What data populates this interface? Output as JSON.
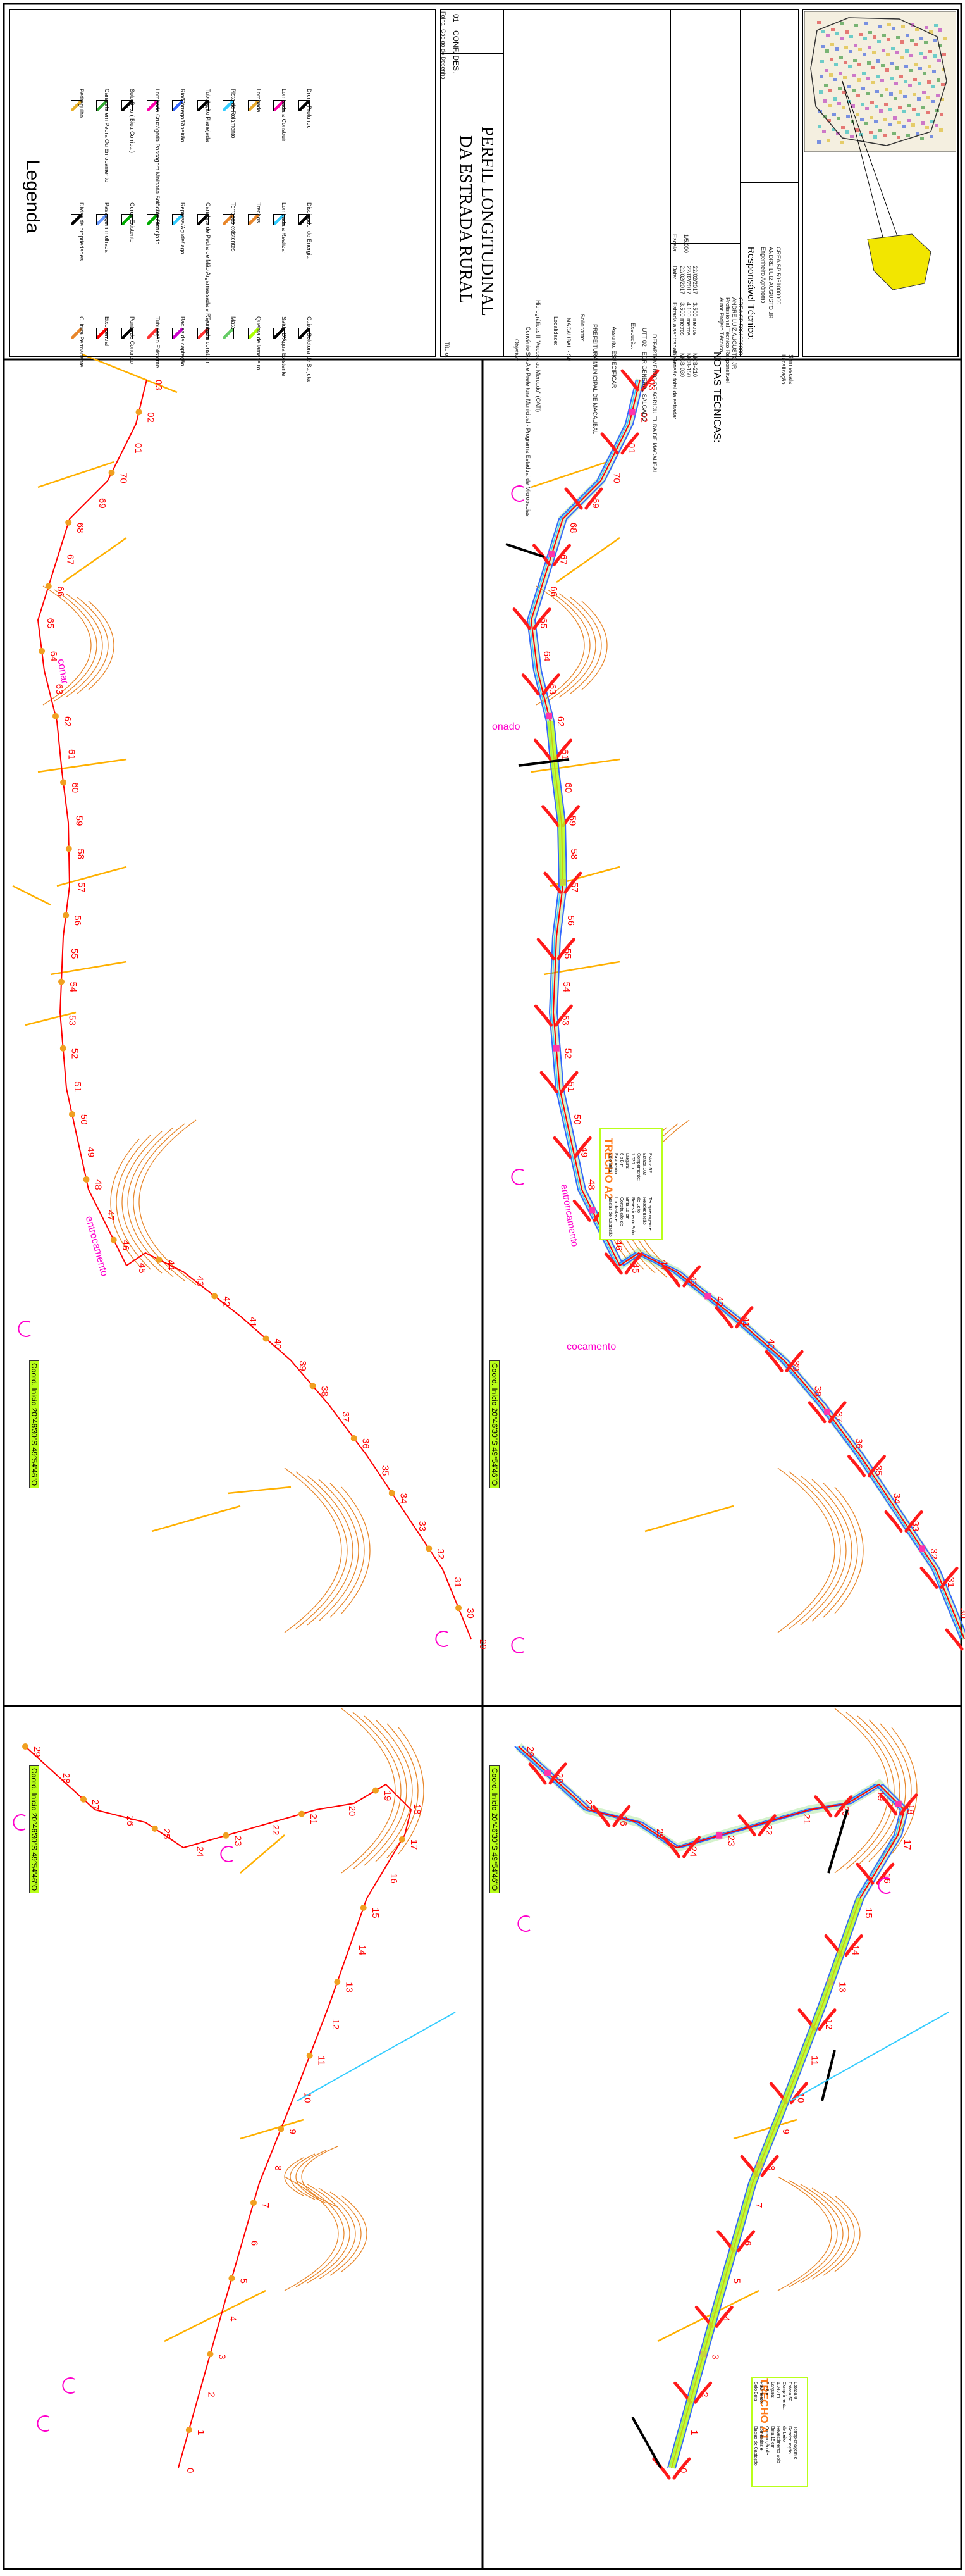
{
  "legend": {
    "title": "Legenda",
    "items": [
      {
        "label": "Cultura Permanente",
        "icon": "cultura-permanente-icon",
        "color": "#e8862a"
      },
      {
        "label": "Divisa de propriedades",
        "icon": "divisa-propriedades-icon",
        "color": "#000000"
      },
      {
        "label": "Pedregulho",
        "icon": "pedregulho-icon",
        "color": "#e8b02a"
      },
      {
        "label": "Eixo central",
        "icon": "eixo-central-icon",
        "color": "#ff0000"
      },
      {
        "label": "Passagem molhada",
        "icon": "passagem-molhada-icon",
        "color": "#6699ff"
      },
      {
        "label": "Canaleta em Pedra Ou Enrocamento",
        "icon": "canaleta-icon",
        "color": "#33aa33"
      },
      {
        "label": "Ponte de Concreto",
        "icon": "ponte-concreto-icon",
        "color": "#000000"
      },
      {
        "label": "Cerca Existente",
        "icon": "cerca-existente-icon",
        "color": "#00aa00"
      },
      {
        "label": "Solo Brita ( Bica Corrida )",
        "icon": "solo-brita-icon",
        "color": "#000000"
      },
      {
        "label": "Tubulação Existente",
        "icon": "tubulacao-existente-icon",
        "color": "#ff3333"
      },
      {
        "label": "Cerca Planejada",
        "icon": "cerca-planejada-icon",
        "color": "#00aa00"
      },
      {
        "label": "Lombada Cruzágeda Passagem Molhada Solo-Cimento",
        "icon": "lombada-cruzageda-icon",
        "color": "#ff00aa"
      },
      {
        "label": "Bacias de captação",
        "icon": "bacias-captacao-icon",
        "color": "#cc00cc"
      },
      {
        "label": "Represa/Açude/lago",
        "icon": "represa-icon",
        "color": "#33ccff"
      },
      {
        "label": "Rio/Córrego/Ribeirão",
        "icon": "rio-icon",
        "color": "#3366ff"
      },
      {
        "label": "Terraço a construir",
        "icon": "terraco-construir-icon",
        "color": "#ff3333"
      },
      {
        "label": "Canaleta de Pedra de Mão Argamassada e Rejuntada",
        "icon": "canaleta-pedra-icon",
        "color": "#000000"
      },
      {
        "label": "Tubulação Planejada",
        "icon": "tubulacao-planejada-icon",
        "color": "#000000"
      },
      {
        "label": "Mata",
        "icon": "mata-icon",
        "color": "#66cc66"
      },
      {
        "label": "Terraços existentes",
        "icon": "terracos-existentes-icon",
        "color": "#e8862a"
      },
      {
        "label": "Pista de Rolamento",
        "icon": "pista-rolamento-icon",
        "color": "#33ccff"
      },
      {
        "label": "Quebra de lamaneiro",
        "icon": "quebra-lamaneiro-icon",
        "color": "#aaff00"
      },
      {
        "label": "Trechos",
        "icon": "trechos-icon",
        "color": "#e8862a"
      },
      {
        "label": "Lombada",
        "icon": "lombada-icon",
        "color": "#e8a82a"
      },
      {
        "label": "Saída D'Água Existente",
        "icon": "saida-agua-icon",
        "color": "#000000"
      },
      {
        "label": "Lombada a Realizar",
        "icon": "lombada-realizar-icon",
        "color": "#33ccff"
      },
      {
        "label": "Lombada a Construir",
        "icon": "lombada-construir-icon",
        "color": "#ff00aa"
      },
      {
        "label": "Caixa Coletora de Sarjeta",
        "icon": "caixa-coletora-icon",
        "color": "#000000"
      },
      {
        "label": "Dissipador de Energia",
        "icon": "dissipador-icon",
        "color": "#000000"
      },
      {
        "label": "Dreno Profundo",
        "icon": "dreno-profundo-icon",
        "color": "#000000"
      }
    ]
  },
  "title_block": {
    "titulo_label": "Título:",
    "title_line1": "PERFIL LONGITUDINAL",
    "title_line2": "DA ESTRADA RURAL",
    "codigo_label": "Código do Desenho",
    "codigo_value": "CONF. DES.",
    "folha_label": "Folha",
    "folha_value": "01",
    "objetivo_label": "Objetivo:",
    "objetivo_line1": "Convênio S.A.A e Prefeitura Municipal - Programa Estadual de Microbacias",
    "objetivo_line2": "Hidrográficas II \"Acesso ao Mercado\" (CATI)",
    "localidade_label": "Localidade:",
    "localidade_value": "MACAUBAL - SP",
    "solicitante_label": "Solicitante:",
    "solicitante_value": "PREFEITURA MUNICIPAL DE MACAUBAL",
    "assunto_label": "Assunto: ESPECIFICAR",
    "execucao_label": "Execução:",
    "execucao_line1": "UTT 02 - EDR GENERAL SALGADO",
    "execucao_line2": "DEPARTAMENTO DE AGRICULTURA DE MACAUBAL",
    "extensao_label": "Extensão total da estrada:",
    "extensao_rows": [
      "MCB-030",
      "MCB-150",
      "MCB-210"
    ],
    "estrada_label": "Estrada a ser trabalhada:",
    "estrada_rows": [
      "3.500 metros",
      "4.100 metros",
      "3.500 metros"
    ],
    "data_label": "Data:",
    "data_rows": [
      "22/02/2017",
      "22/02/2017",
      "22/02/2017"
    ],
    "escala_label": "Escala:",
    "escala_value": "1/5.000",
    "notas_label": "NOTAS TÉCNICAS:",
    "responsavel_label": "Responsável Técnico:",
    "notas_lines": [
      "Autor Projeto Técnico",
      "Profissional Técnico Responsável",
      "ANDRE LUIZ AUGUSTO JR",
      "CREA SP 5061000000"
    ],
    "responsavel_lines": [
      "Engenheiro Agrônomo",
      "ANDRE LUIZ AUGUSTO JR",
      "CREA SP 5061000000"
    ],
    "localizacao_label": "Localização",
    "localizacao_value": "Sem escala"
  },
  "panels": {
    "top_left_coord": "Coord. Inicio 20°46'30\"S 49°54'46\"O",
    "top_right_coord": "Coord. Inicio 20°46'30\"S 49°54'46\"O",
    "bottom_left_coord": "Coord. Inicio 20°46'30\"S 49°54'46\"O",
    "bottom_right_coord": "Coord. Inicio 20°46'30\"S 49°54'46\"O"
  },
  "annotations": {
    "entrocamento": "entrocamento",
    "cocamento": "cocamento",
    "conar": "conar",
    "onado": "onado",
    "entroncamento_cores": "entroncamento"
  },
  "trechos": [
    {
      "title": "TRECHO A1",
      "lines": [
        "Estaca 0",
        "Estaca 52",
        "Comprimento:",
        "1.040 m",
        "Largura:",
        "6 a 8 m",
        "Pavimento:",
        "Solo Brita",
        "Terraplenagem e",
        "Readequação",
        "de Leito",
        "Revestimento Solo",
        "Brita 15 cm",
        "Construção de",
        "Lombadas e",
        "Bacias de Captação"
      ]
    },
    {
      "title": "TRECHO A2",
      "lines": [
        "Estaca 52",
        "Estaca 103",
        "Comprimento:",
        "1.020 m",
        "Largura:",
        "6 a 8 m",
        "Pavimento:",
        "Solo Brita",
        "Terraplenagem e",
        "Readequação",
        "de Leito",
        "Revestimento Solo",
        "Brita 15 cm",
        "Construção de",
        "Lombadas e",
        "Bacias de Captação"
      ]
    }
  ],
  "stations": {
    "bottom": [
      "0",
      "1",
      "2",
      "3",
      "4",
      "5",
      "6",
      "7",
      "8",
      "9",
      "10",
      "11",
      "12",
      "13",
      "14",
      "15",
      "16",
      "17",
      "18",
      "19",
      "20",
      "21",
      "22",
      "23",
      "24",
      "25",
      "26",
      "27",
      "28",
      "29"
    ],
    "top": [
      "29",
      "30",
      "31",
      "32",
      "33",
      "34",
      "35",
      "36",
      "37",
      "38",
      "39",
      "40",
      "41",
      "42",
      "43",
      "44",
      "45",
      "46",
      "47",
      "48",
      "49",
      "50",
      "51",
      "52",
      "53",
      "54",
      "55",
      "56",
      "57",
      "58",
      "59",
      "60",
      "61",
      "62",
      "63",
      "64",
      "65",
      "66",
      "67",
      "68",
      "69",
      "70",
      "01",
      "02",
      "03"
    ]
  },
  "colors": {
    "road": "#ff0000",
    "contour": "#e8862a",
    "terrace": "#ffb000",
    "lane_blue": "#3366ff",
    "lane_cyan": "#33ccff",
    "lane_green": "#55cc33",
    "highlight": "#b9ff1a",
    "marker_pink": "#ff00cc"
  }
}
